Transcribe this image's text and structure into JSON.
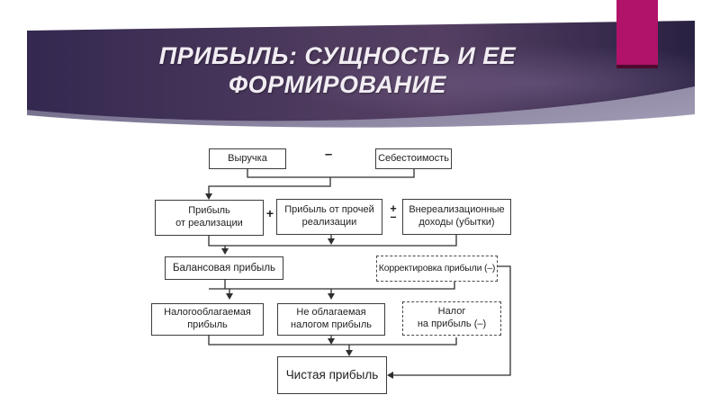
{
  "slide": {
    "title_line1": "ПРИБЫЛЬ: СУЩНОСТЬ И ЕЕ",
    "title_line2": "ФОРМИРОВАНИЕ",
    "colors": {
      "band_left": "#342850",
      "band_mid": "#4e3b5e",
      "band_right": "#292141",
      "band_underlay": "#5a5376",
      "accent_rect": "#b01369",
      "accent_rect_edge": "#4f0a2e",
      "title_text": "#f1edf3",
      "diagram_line": "#2e2e2e"
    }
  },
  "diagram": {
    "operators": {
      "minus_top": "–",
      "plus": "+",
      "pm_plus": "+",
      "pm_minus": "–"
    },
    "nodes": [
      {
        "id": "revenue",
        "style": "solid",
        "lines": [
          "Выручка"
        ]
      },
      {
        "id": "cost",
        "style": "solid",
        "lines": [
          "Себестоимость"
        ]
      },
      {
        "id": "sales-profit",
        "style": "solid",
        "lines": [
          "Прибыль",
          "от реализации"
        ]
      },
      {
        "id": "other-sales-profit",
        "style": "solid",
        "lines": [
          "Прибыль от прочей",
          "реализации"
        ]
      },
      {
        "id": "non-operating",
        "style": "solid",
        "lines": [
          "Внереализационные",
          "доходы (убытки)"
        ]
      },
      {
        "id": "balance-profit",
        "style": "solid",
        "lines": [
          "Балансовая прибыль"
        ]
      },
      {
        "id": "profit-adjustment",
        "style": "dashed",
        "lines": [
          "Корректировка прибыли (–)"
        ]
      },
      {
        "id": "taxable-profit",
        "style": "solid",
        "lines": [
          "Налогооблагаемая",
          "прибыль"
        ]
      },
      {
        "id": "non-taxable-profit",
        "style": "solid",
        "lines": [
          "Не облагаемая",
          "налогом прибыль"
        ]
      },
      {
        "id": "profit-tax",
        "style": "dashed",
        "lines": [
          "Налог",
          "на прибыль (–)"
        ]
      },
      {
        "id": "net-profit",
        "style": "solid",
        "lines": [
          "Чистая прибыль"
        ]
      }
    ]
  }
}
